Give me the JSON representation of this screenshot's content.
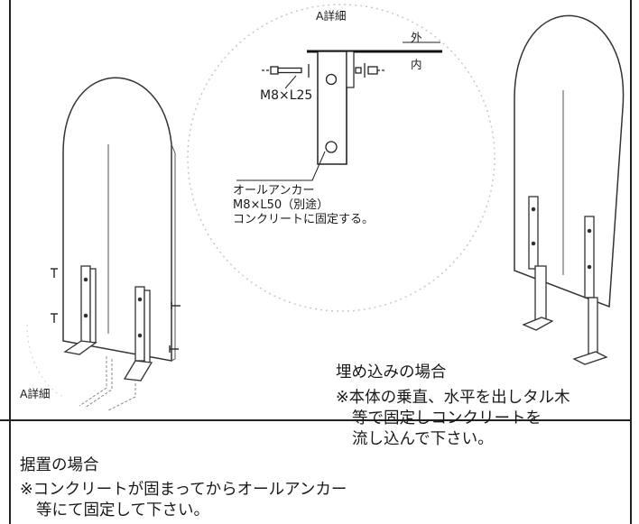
{
  "detail": {
    "title": "A詳細",
    "outer": "外",
    "inner": "内",
    "bolt": "M8×L25",
    "anchor_lines": [
      "オールアンカー",
      "M8×L50（別途）",
      "コンクリートに固定する。"
    ]
  },
  "left_figure": {
    "detail_ref": "A詳細"
  },
  "embedded_case": {
    "heading": "埋め込みの場合",
    "lines": [
      "※本体の乗直、水平を出しタル木",
      "等で固定しコンクリートを",
      "流し込んで下さい。"
    ]
  },
  "placed_case": {
    "heading": "据置の場合",
    "lines": [
      "※コンクリートが固まってからオールアンカー",
      "等にて固定して下さい。"
    ]
  }
}
